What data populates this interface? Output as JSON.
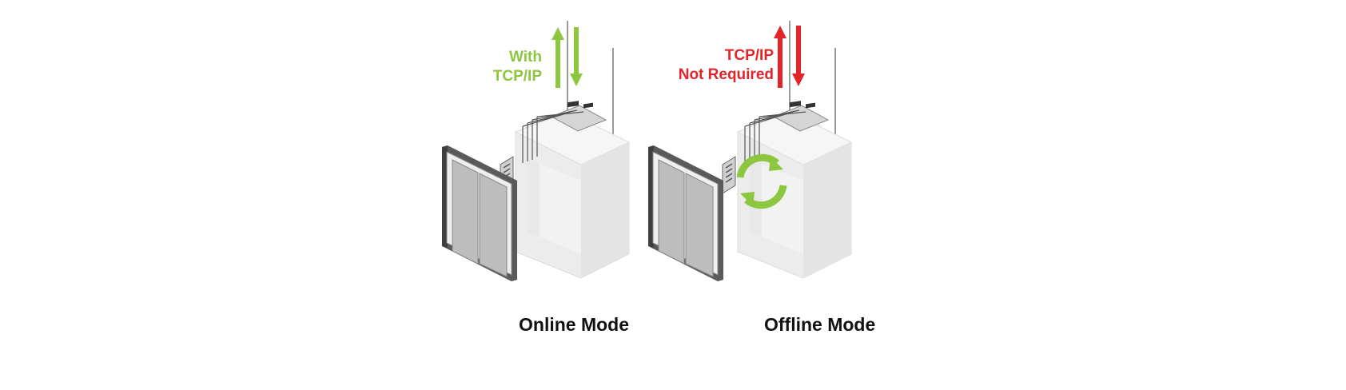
{
  "panels": [
    {
      "id": "online",
      "connection_label_lines": [
        "With",
        "TCP/IP"
      ],
      "mode_label": "Online Mode",
      "connection_color": "#8dc63f",
      "shows_sync_icon": false
    },
    {
      "id": "offline",
      "connection_label_lines": [
        "TCP/IP",
        "Not Required"
      ],
      "mode_label": "Offline Mode",
      "connection_color": "#e3242b",
      "shows_sync_icon": true
    }
  ],
  "colors": {
    "online_accent": "#8dc63f",
    "offline_accent": "#e3242b",
    "sync_icon": "#8dc63f",
    "elevator_car": "#ececec",
    "door_frame": "#5a5a5a",
    "door_panel": "#bdbdbd"
  },
  "icons": [
    "bidirectional-arrows-icon",
    "sync-icon",
    "elevator-car-icon",
    "controller-board-icon"
  ]
}
